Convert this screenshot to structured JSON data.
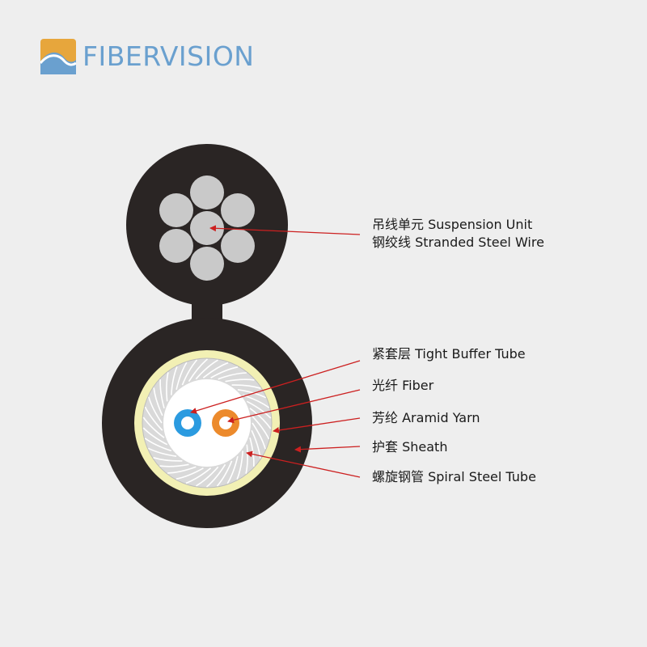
{
  "brand": {
    "name": "FIBERVISION",
    "logo_icon": "fibervision-logo-icon",
    "color_text": "#6aa0cf",
    "color_mark": "#e7a63c"
  },
  "labels": [
    {
      "cn": "吊线单元",
      "en": "Suspension Unit"
    },
    {
      "cn": "钢绞线",
      "en": "Stranded Steel Wire"
    },
    {
      "cn": "紧套层",
      "en": "Tight Buffer Tube"
    },
    {
      "cn": "光纤",
      "en": "Fiber"
    },
    {
      "cn": "芳纶",
      "en": "Aramid Yarn"
    },
    {
      "cn": "护套",
      "en": "Sheath"
    },
    {
      "cn": "螺旋钢管",
      "en": "Spiral Steel Tube"
    }
  ],
  "colors": {
    "sheath": "#2a2524",
    "steel_wire": "#c9c9c9",
    "aramid_yarn": "#f2f0b4",
    "spiral_steel": "#d9d9d9",
    "fiber_blue": "#2b9be0",
    "fiber_orange": "#ec8a2c",
    "leader_line": "#cc2020"
  }
}
